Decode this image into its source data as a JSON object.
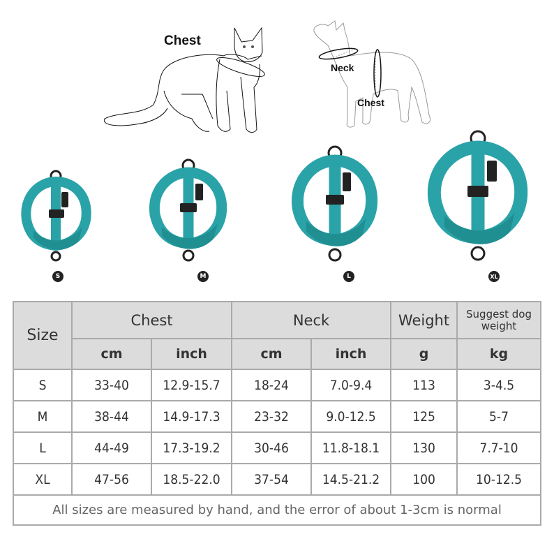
{
  "illustrations": {
    "cat_label": "Chest",
    "dog_neck_label": "Neck",
    "dog_chest_label": "Chest"
  },
  "harness_sizes": [
    {
      "badge": "S"
    },
    {
      "badge": "M"
    },
    {
      "badge": "L"
    },
    {
      "badge": "XL"
    }
  ],
  "product_color": "#2aa3a8",
  "table": {
    "headers": {
      "size": "Size",
      "chest": "Chest",
      "neck": "Neck",
      "weight": "Weight",
      "suggest": "Suggest dog weight",
      "units": [
        "cm",
        "inch",
        "cm",
        "inch",
        "g",
        "kg"
      ]
    },
    "rows": [
      {
        "size": "S",
        "chest_cm": "33-40",
        "chest_in": "12.9-15.7",
        "neck_cm": "18-24",
        "neck_in": "7.0-9.4",
        "weight": "113",
        "dog_kg": "3-4.5"
      },
      {
        "size": "M",
        "chest_cm": "38-44",
        "chest_in": "14.9-17.3",
        "neck_cm": "23-32",
        "neck_in": "9.0-12.5",
        "weight": "125",
        "dog_kg": "5-7"
      },
      {
        "size": "L",
        "chest_cm": "44-49",
        "chest_in": "17.3-19.2",
        "neck_cm": "30-46",
        "neck_in": "11.8-18.1",
        "weight": "130",
        "dog_kg": "7.7-10"
      },
      {
        "size": "XL",
        "chest_cm": "47-56",
        "chest_in": "18.5-22.0",
        "neck_cm": "37-54",
        "neck_in": "14.5-21.2",
        "weight": "100",
        "dog_kg": "10-12.5"
      }
    ],
    "note": "All sizes are measured by hand, and the error of about 1-3cm is normal"
  }
}
